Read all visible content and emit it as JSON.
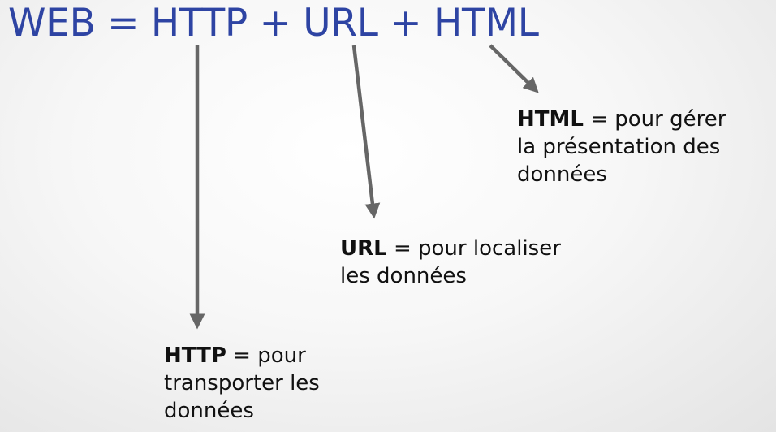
{
  "title": "WEB = HTTP + URL + HTML",
  "arrow_color": "#666666",
  "title_color": "#2e44a3",
  "notes": {
    "http": {
      "term": "HTTP",
      "definition": " = pour\ntransporter les\ndonnées"
    },
    "url": {
      "term": "URL",
      "definition": " = pour localiser\nles données"
    },
    "html": {
      "term": "HTML",
      "definition": " = pour gérer\nla présentation des\ndonnées"
    }
  }
}
